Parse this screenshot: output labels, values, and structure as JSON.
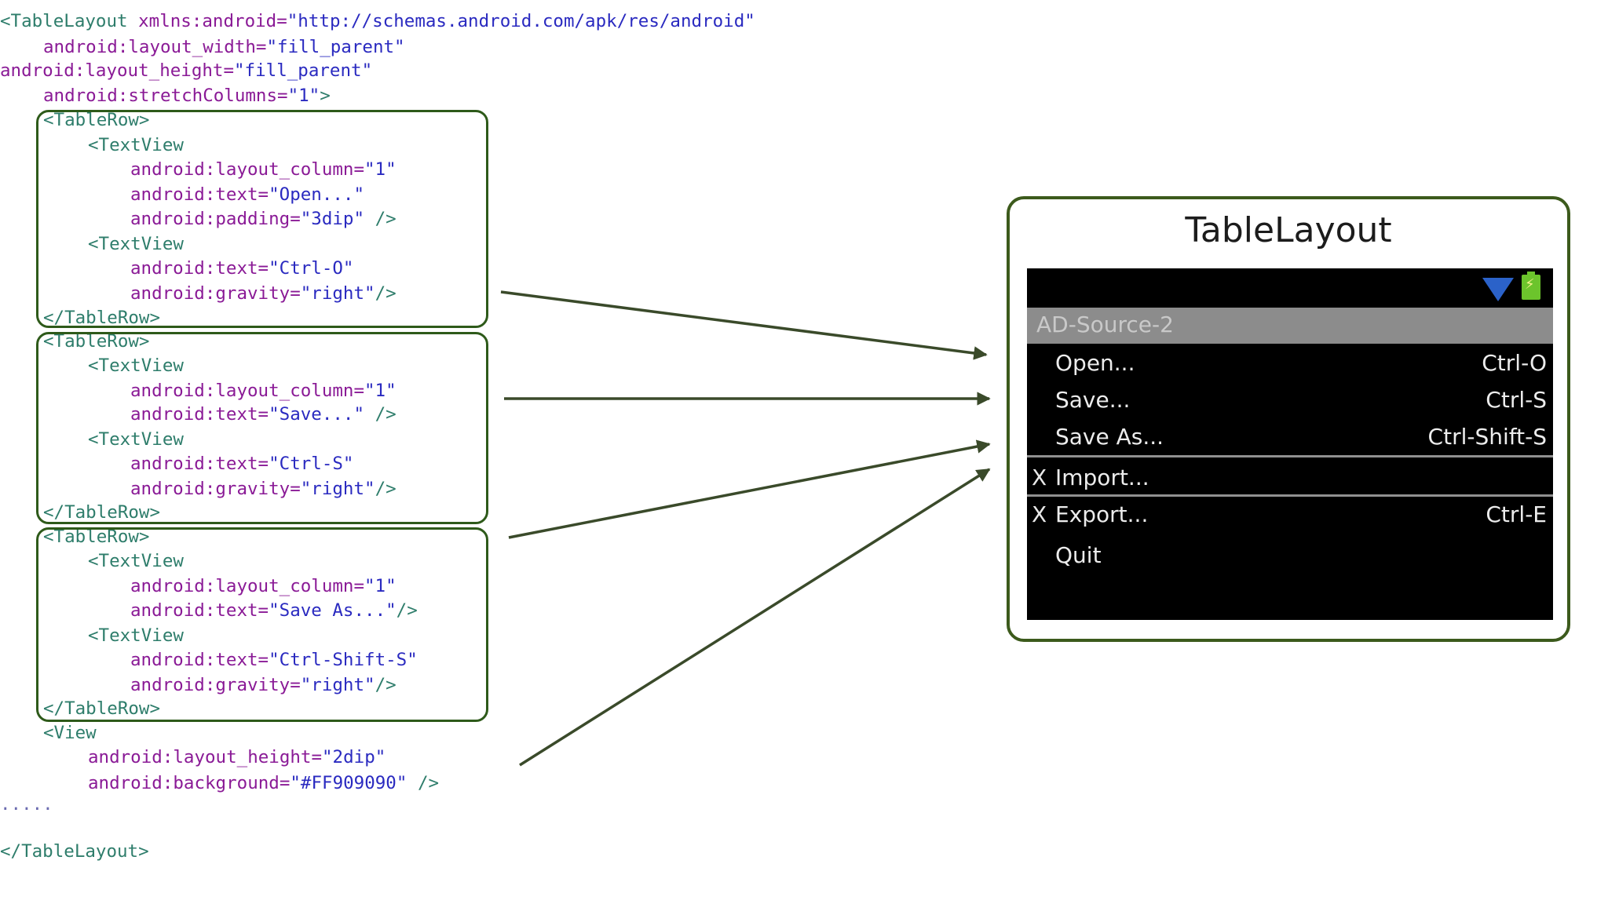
{
  "code_lines": [
    {
      "id": "l01",
      "tokens": [
        {
          "c": "tag",
          "t": "<TableLayout "
        },
        {
          "c": "attr",
          "t": "xmlns:android="
        },
        {
          "c": "val",
          "t": "\"http://schemas.android.com/apk/res/android\""
        }
      ]
    },
    {
      "id": "l02",
      "tokens": [
        {
          "c": "attr",
          "t": "android:layout_width="
        },
        {
          "c": "val",
          "t": "\"fill_parent\""
        }
      ]
    },
    {
      "id": "l03",
      "tokens": [
        {
          "c": "attr",
          "t": "android:layout_height="
        },
        {
          "c": "val",
          "t": "\"fill_parent\""
        }
      ]
    },
    {
      "id": "l04",
      "tokens": [
        {
          "c": "attr",
          "t": "android:stretchColumns="
        },
        {
          "c": "val",
          "t": "\"1\""
        },
        {
          "c": "tag",
          "t": ">"
        }
      ]
    },
    {
      "id": "l05",
      "tokens": [
        {
          "c": "tag",
          "t": "<TableRow>"
        }
      ]
    },
    {
      "id": "l06",
      "tokens": [
        {
          "c": "tag",
          "t": "<TextView"
        }
      ]
    },
    {
      "id": "l07",
      "tokens": [
        {
          "c": "attr",
          "t": "android:layout_column="
        },
        {
          "c": "val",
          "t": "\"1\""
        }
      ]
    },
    {
      "id": "l08",
      "tokens": [
        {
          "c": "attr",
          "t": "android:text="
        },
        {
          "c": "val",
          "t": "\"Open...\""
        }
      ]
    },
    {
      "id": "l09",
      "tokens": [
        {
          "c": "attr",
          "t": "android:padding="
        },
        {
          "c": "val",
          "t": "\"3dip\""
        },
        {
          "c": "tag",
          "t": " />"
        }
      ]
    },
    {
      "id": "l10",
      "tokens": [
        {
          "c": "tag",
          "t": "<TextView"
        }
      ]
    },
    {
      "id": "l11",
      "tokens": [
        {
          "c": "attr",
          "t": "android:text="
        },
        {
          "c": "val",
          "t": "\"Ctrl-O\""
        }
      ]
    },
    {
      "id": "l12",
      "tokens": [
        {
          "c": "attr",
          "t": "android:gravity="
        },
        {
          "c": "val",
          "t": "\"right\""
        },
        {
          "c": "tag",
          "t": "/>"
        }
      ]
    },
    {
      "id": "l13",
      "tokens": [
        {
          "c": "tag",
          "t": "</TableRow>"
        }
      ]
    },
    {
      "id": "l14",
      "tokens": [
        {
          "c": "tag",
          "t": "<TableRow>"
        }
      ]
    },
    {
      "id": "l15",
      "tokens": [
        {
          "c": "tag",
          "t": "<TextView"
        }
      ]
    },
    {
      "id": "l16",
      "tokens": [
        {
          "c": "attr",
          "t": "android:layout_column="
        },
        {
          "c": "val",
          "t": "\"1\""
        }
      ]
    },
    {
      "id": "l17",
      "tokens": [
        {
          "c": "attr",
          "t": "android:text="
        },
        {
          "c": "val",
          "t": "\"Save...\""
        },
        {
          "c": "tag",
          "t": " />"
        }
      ]
    },
    {
      "id": "l18",
      "tokens": [
        {
          "c": "tag",
          "t": "<TextView"
        }
      ]
    },
    {
      "id": "l19",
      "tokens": [
        {
          "c": "attr",
          "t": "android:text="
        },
        {
          "c": "val",
          "t": "\"Ctrl-S\""
        }
      ]
    },
    {
      "id": "l20",
      "tokens": [
        {
          "c": "attr",
          "t": "android:gravity="
        },
        {
          "c": "val",
          "t": "\"right\""
        },
        {
          "c": "tag",
          "t": "/>"
        }
      ]
    },
    {
      "id": "l21",
      "tokens": [
        {
          "c": "tag",
          "t": "</TableRow>"
        }
      ]
    },
    {
      "id": "l22",
      "tokens": [
        {
          "c": "tag",
          "t": "<TableRow>"
        }
      ]
    },
    {
      "id": "l23",
      "tokens": [
        {
          "c": "tag",
          "t": "<TextView"
        }
      ]
    },
    {
      "id": "l24",
      "tokens": [
        {
          "c": "attr",
          "t": "android:layout_column="
        },
        {
          "c": "val",
          "t": "\"1\""
        }
      ]
    },
    {
      "id": "l25",
      "tokens": [
        {
          "c": "attr",
          "t": "android:text="
        },
        {
          "c": "val",
          "t": "\"Save As...\""
        },
        {
          "c": "tag",
          "t": "/>"
        }
      ]
    },
    {
      "id": "l26",
      "tokens": [
        {
          "c": "tag",
          "t": "<TextView"
        }
      ]
    },
    {
      "id": "l27",
      "tokens": [
        {
          "c": "attr",
          "t": "android:text="
        },
        {
          "c": "val",
          "t": "\"Ctrl-Shift-S\""
        }
      ]
    },
    {
      "id": "l28",
      "tokens": [
        {
          "c": "attr",
          "t": "android:gravity="
        },
        {
          "c": "val",
          "t": "\"right\""
        },
        {
          "c": "tag",
          "t": "/>"
        }
      ]
    },
    {
      "id": "l29",
      "tokens": [
        {
          "c": "tag",
          "t": "</TableRow>"
        }
      ]
    },
    {
      "id": "l30",
      "tokens": [
        {
          "c": "tag",
          "t": "<View"
        }
      ]
    },
    {
      "id": "l31",
      "tokens": [
        {
          "c": "attr",
          "t": "android:layout_height="
        },
        {
          "c": "val",
          "t": "\"2dip\""
        }
      ]
    },
    {
      "id": "l32",
      "tokens": [
        {
          "c": "attr",
          "t": "android:background="
        },
        {
          "c": "val",
          "t": "\"#FF909090\""
        },
        {
          "c": "tag",
          "t": " />"
        }
      ]
    },
    {
      "id": "l33",
      "tokens": [
        {
          "c": "dots",
          "t": "....."
        }
      ]
    },
    {
      "id": "l34",
      "tokens": [
        {
          "c": "tag",
          "t": "</TableLayout>"
        }
      ]
    }
  ],
  "panel": {
    "title": "TableLayout",
    "app_title": "AD-Source-2",
    "menu": [
      {
        "mark": "",
        "label": "Open...",
        "shortcut": "Ctrl-O"
      },
      {
        "mark": "",
        "label": "Save...",
        "shortcut": "Ctrl-S"
      },
      {
        "mark": "",
        "label": "Save As...",
        "shortcut": "Ctrl-Shift-S"
      },
      {
        "mark": "X",
        "label": "Import...",
        "shortcut": ""
      },
      {
        "mark": "X",
        "label": "Export...",
        "shortcut": "Ctrl-E"
      },
      {
        "mark": "",
        "label": "Quit",
        "shortcut": ""
      }
    ]
  },
  "colors": {
    "tag": "#2e7d6b",
    "attr": "#8a1a96",
    "value": "#2a2ac0",
    "box_border": "#2e5a1a",
    "arrow": "#3a4a2a",
    "appbar": "#8c8c8c",
    "divider": "#909090"
  },
  "icons": [
    "wifi-icon",
    "battery-icon"
  ]
}
